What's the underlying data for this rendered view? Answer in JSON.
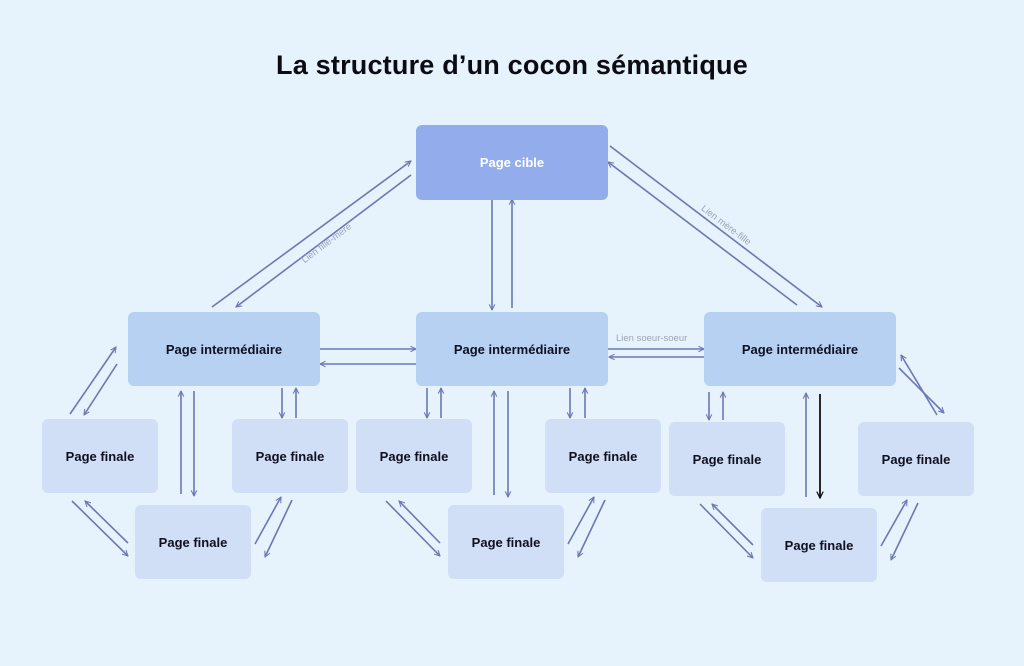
{
  "title": "La structure d’un cocon sémantique",
  "nodes": {
    "target": "Page cible",
    "intermediate": "Page intermédiaire",
    "final": "Page finale"
  },
  "link_labels": {
    "child_parent": "Lien fille-mère",
    "parent_child": "Lien mère-fille",
    "sibling": "Lien soeur-soeur"
  },
  "colors": {
    "background": "#e6f2fc",
    "target": "#93acec",
    "intermediate": "#b6d1f2",
    "final": "#d0def6",
    "arrow": "#6b78b4",
    "highlight_arrow": "#111111"
  }
}
